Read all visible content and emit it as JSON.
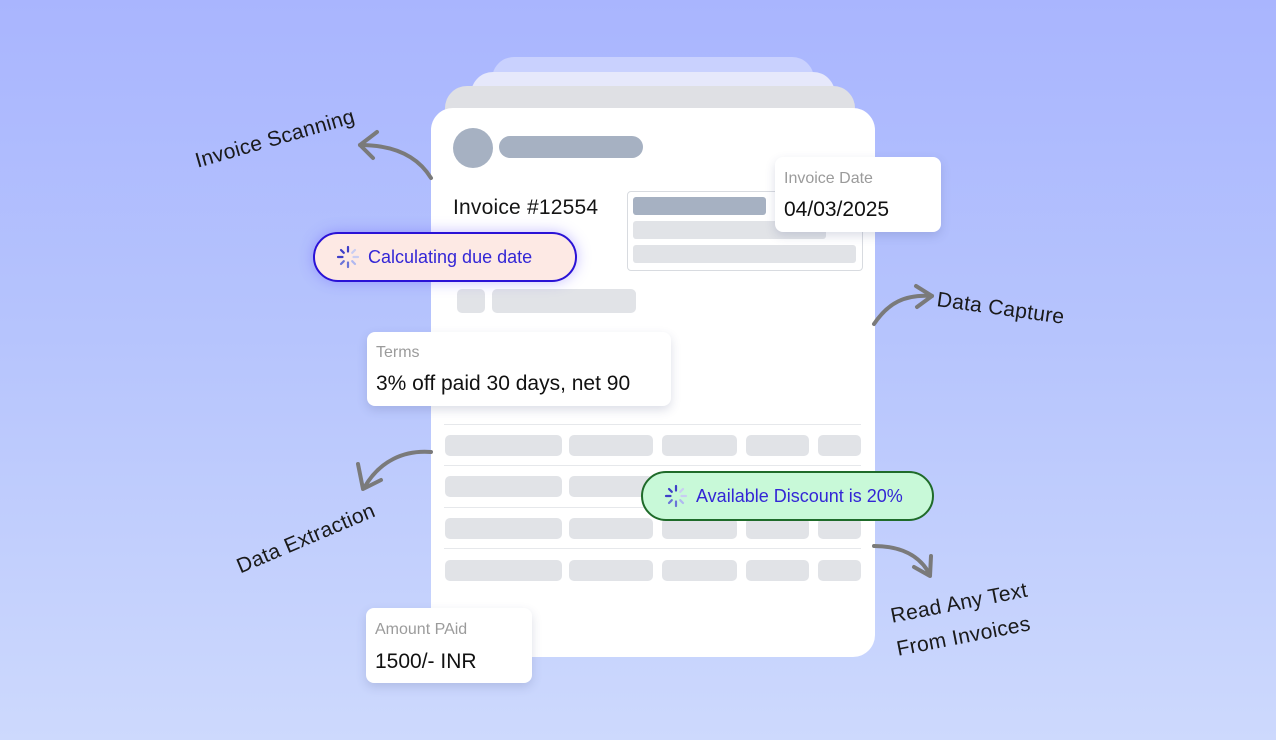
{
  "invoice": {
    "number": "Invoice #12554"
  },
  "fields": {
    "invoice_date": {
      "label": "Invoice Date",
      "value": "04/03/2025"
    },
    "terms": {
      "label": "Terms",
      "value": "3% off paid 30 days, net 90"
    },
    "amount_paid": {
      "label": "Amount PAid",
      "value": "1500/- INR"
    }
  },
  "status_pills": {
    "due_date": {
      "text": "Calculating due date",
      "icon": "spinner-icon",
      "bg": "#fde9e4",
      "border": "#2a12d6",
      "text_color": "#3326d6"
    },
    "discount": {
      "text": "Available Discount is 20%",
      "icon": "spinner-icon",
      "bg": "#c8f9d8",
      "border": "#1f6b2a",
      "text_color": "#3326d6"
    }
  },
  "annotations": {
    "invoice_scanning": "Invoice Scanning",
    "data_capture": "Data Capture",
    "data_extraction": "Data Extraction",
    "read_text_line1": "Read Any Text",
    "read_text_line2": "From Invoices"
  },
  "colors": {
    "background_top": "#a9b5fe",
    "background_bottom": "#cdd9fd",
    "skeleton": "#e1e3e7",
    "skeleton_dark": "#a6b1c2",
    "arrow": "#7a7a7a"
  }
}
